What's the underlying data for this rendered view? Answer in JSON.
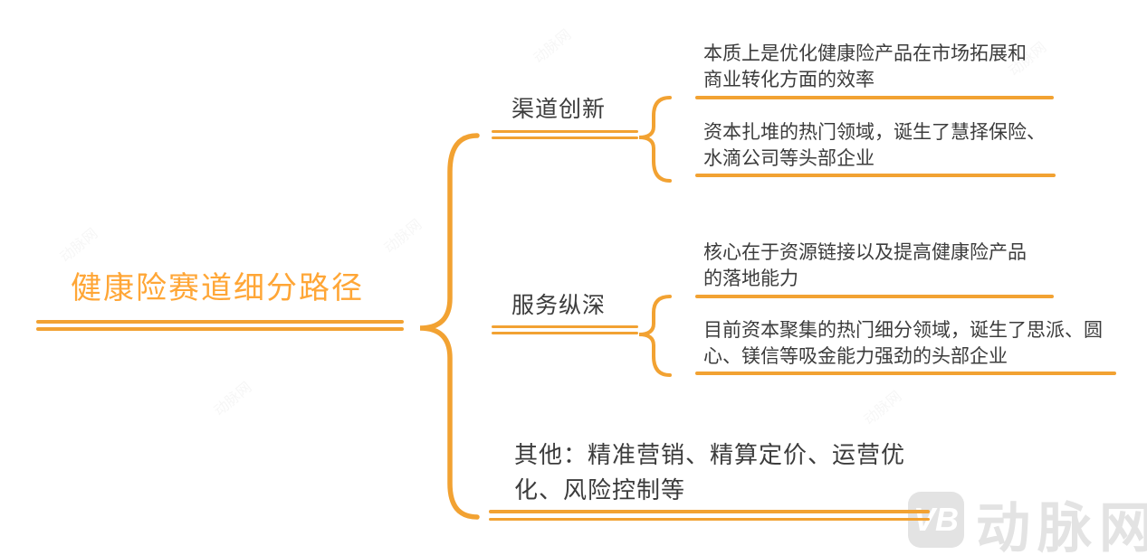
{
  "colors": {
    "accent": "#F2A232",
    "root_text": "#FFA636",
    "text": "#3C3C3C",
    "watermark_gray": "#E3E3E3",
    "background": "#FFFFFF"
  },
  "root": {
    "label": "健康险赛道细分路径"
  },
  "branches": [
    {
      "label": "渠道创新",
      "leaves": [
        "本质上是优化健康险产品在市场拓展和商业转化方面的效率",
        "资本扎堆的热门领域，诞生了慧择保险、水滴公司等头部企业"
      ]
    },
    {
      "label": "服务纵深",
      "leaves": [
        "核心在于资源链接以及提高健康险产品的落地能力",
        "目前资本聚集的热门细分领域，诞生了思派、圆心、镁信等吸金能力强劲的头部企业"
      ]
    },
    {
      "label": "其他：精准营销、精算定价、运营优化、风险控制等",
      "leaves": []
    }
  ],
  "watermark": {
    "logo_text": "VB",
    "brand": "动脉网"
  }
}
